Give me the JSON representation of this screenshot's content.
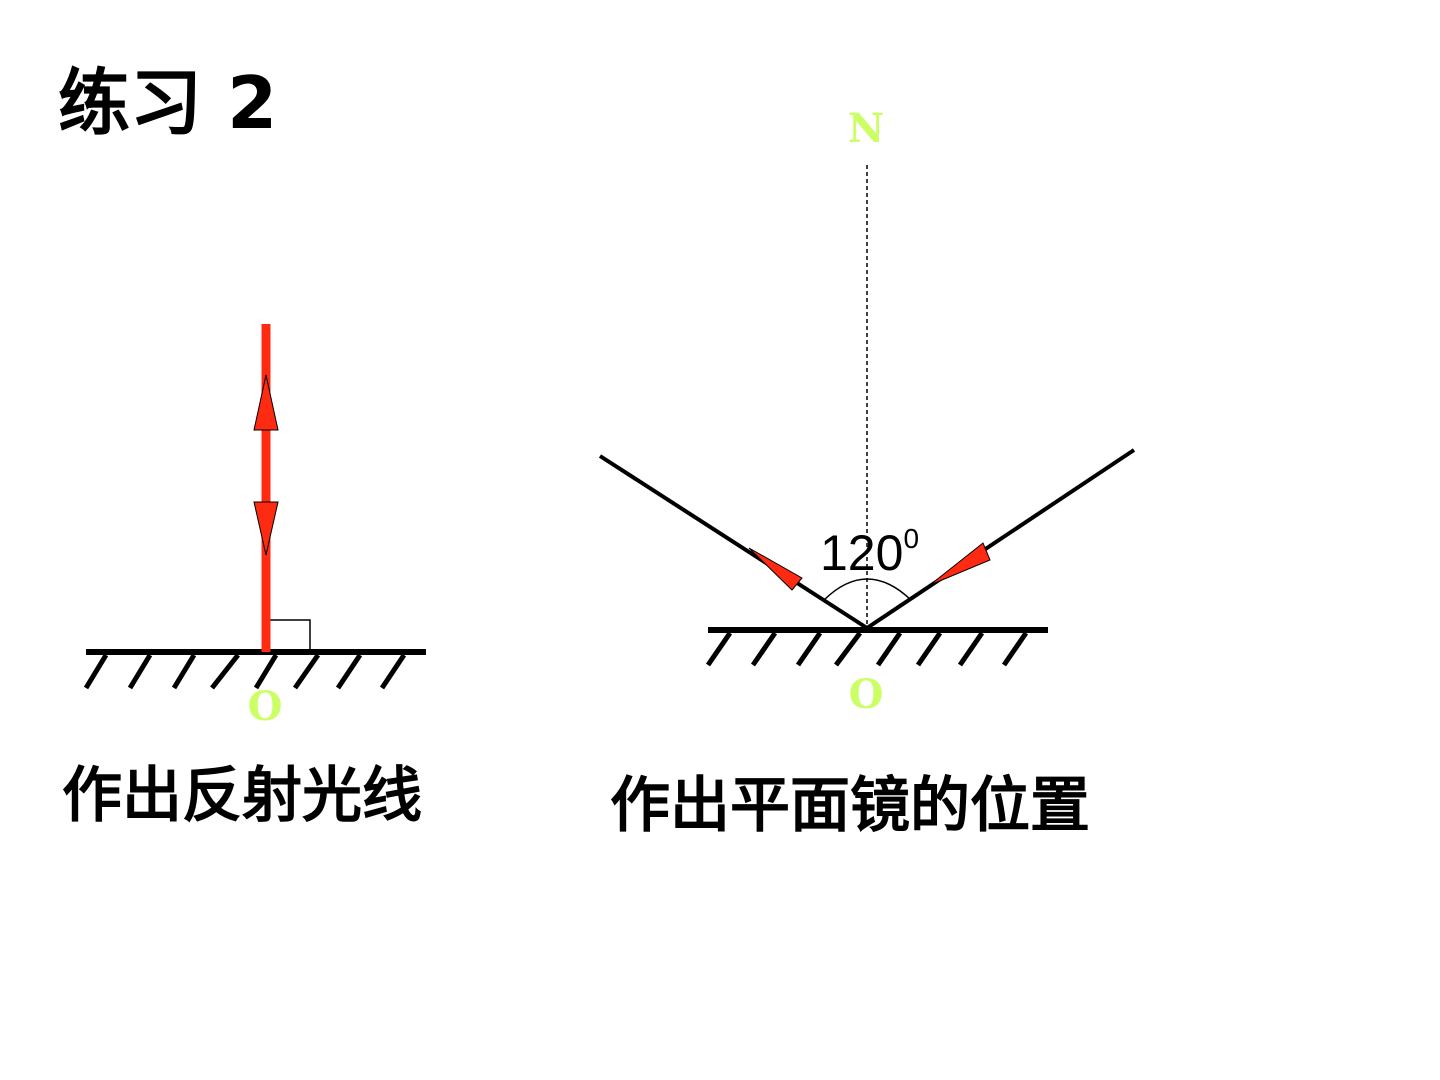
{
  "title": "练习 2",
  "colors": {
    "ray": "#ff2a12",
    "label_green": "#ccff66",
    "line": "#000000"
  },
  "left_figure": {
    "caption": "作出反射光线",
    "point_label": "O"
  },
  "right_figure": {
    "caption": "作出平面镜的位置",
    "normal_label": "N",
    "point_label": "O",
    "angle_value": "120",
    "angle_superscript": "0"
  }
}
